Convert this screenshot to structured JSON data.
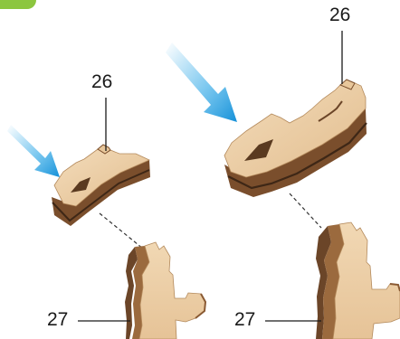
{
  "labels": {
    "left_top": "26",
    "right_top": "26",
    "left_bottom": "27",
    "right_bottom": "27"
  },
  "colors": {
    "wood_face": "#e9caa0",
    "wood_face_light": "#f3dcbb",
    "wood_edge_dark": "#6b4528",
    "wood_edge_mid": "#a0744a",
    "arrow_blue": "#2aa6e6",
    "accent_green": "#8cc63f"
  },
  "icons": [
    "blue-arrow-icon",
    "wood-part-icon"
  ]
}
